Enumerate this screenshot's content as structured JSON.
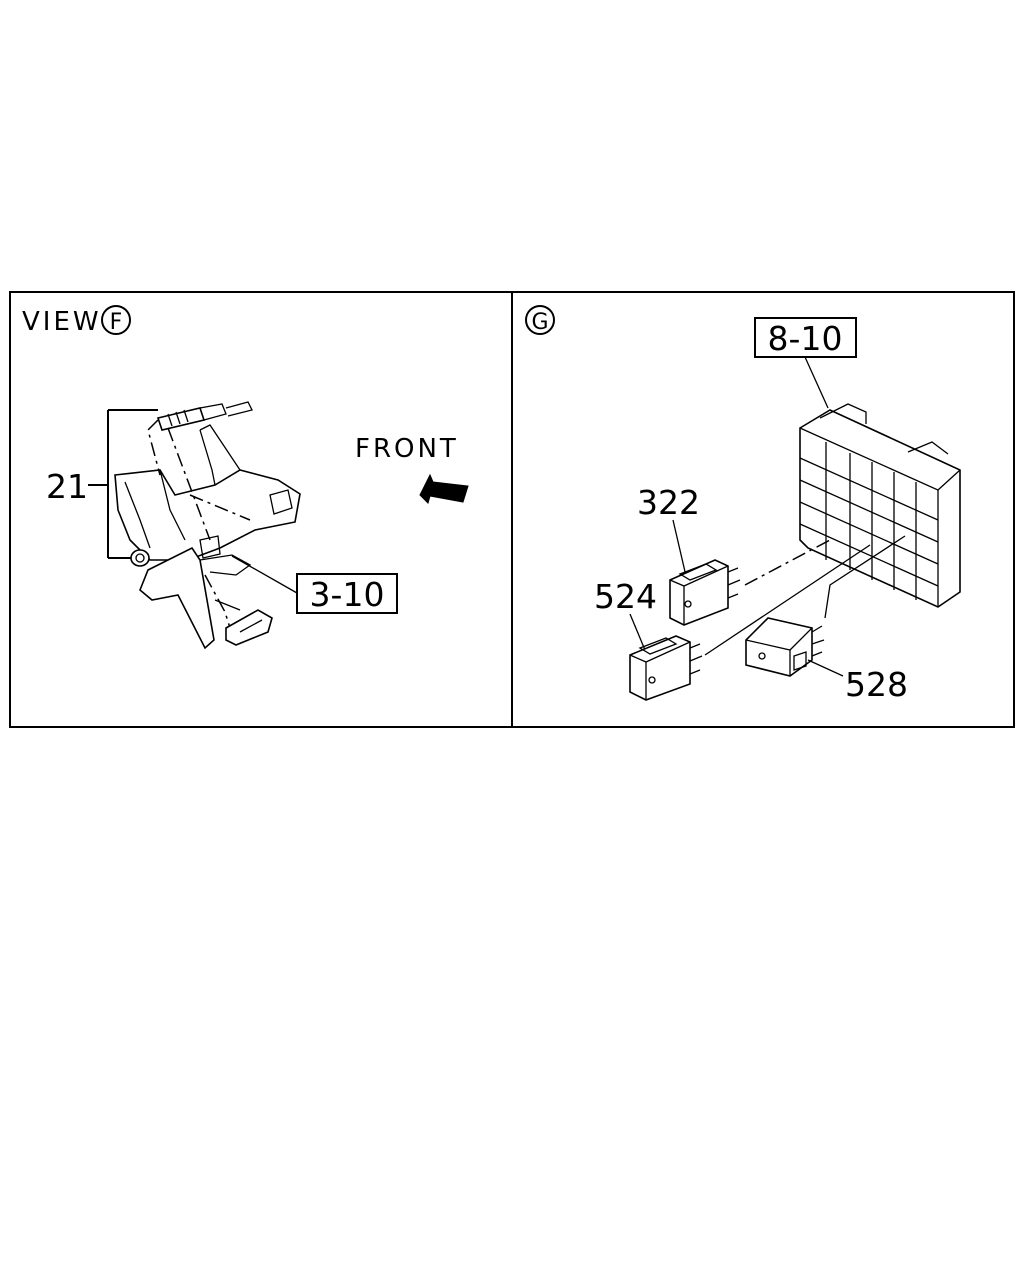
{
  "panel_left": {
    "view_label": "VIEW",
    "view_letter": "F",
    "front_label": "FRONT",
    "callouts": {
      "part_21": "21",
      "ref_3_10": "3-10"
    }
  },
  "panel_right": {
    "section_letter": "G",
    "callouts": {
      "ref_8_10": "8-10",
      "part_322": "322",
      "part_524": "524",
      "part_528": "528"
    }
  }
}
